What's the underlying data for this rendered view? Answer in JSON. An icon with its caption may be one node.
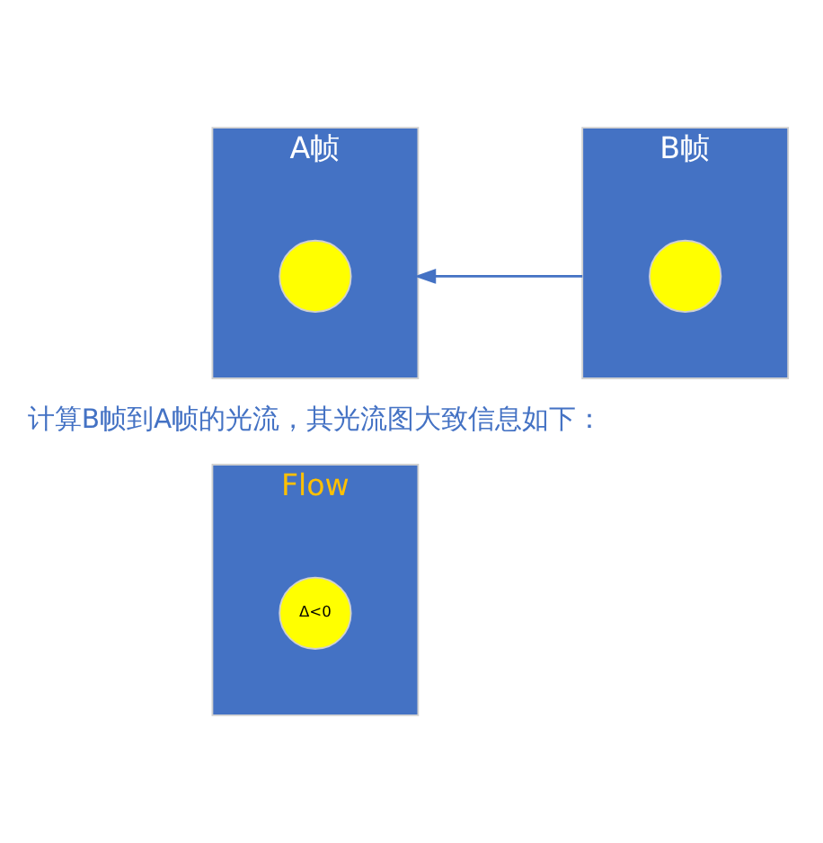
{
  "diagram": {
    "nodes": [
      {
        "text": [
          "A帧"
        ]
      },
      {
        "text": [],
        "shape": "circle",
        "in": 0
      },
      {
        "text": [
          "B帧"
        ]
      },
      {
        "text": [],
        "shape": "circle",
        "in": 2
      },
      {
        "text": [
          "Flow"
        ]
      },
      {
        "text": [
          "Δ<0"
        ],
        "in": 4
      }
    ],
    "edges": [
      {
        "from": 2,
        "to": 0,
        "arrow": "to"
      }
    ],
    "labels": [
      "计算B帧到A帧的光流，其光流图大致信息如下："
    ]
  }
}
